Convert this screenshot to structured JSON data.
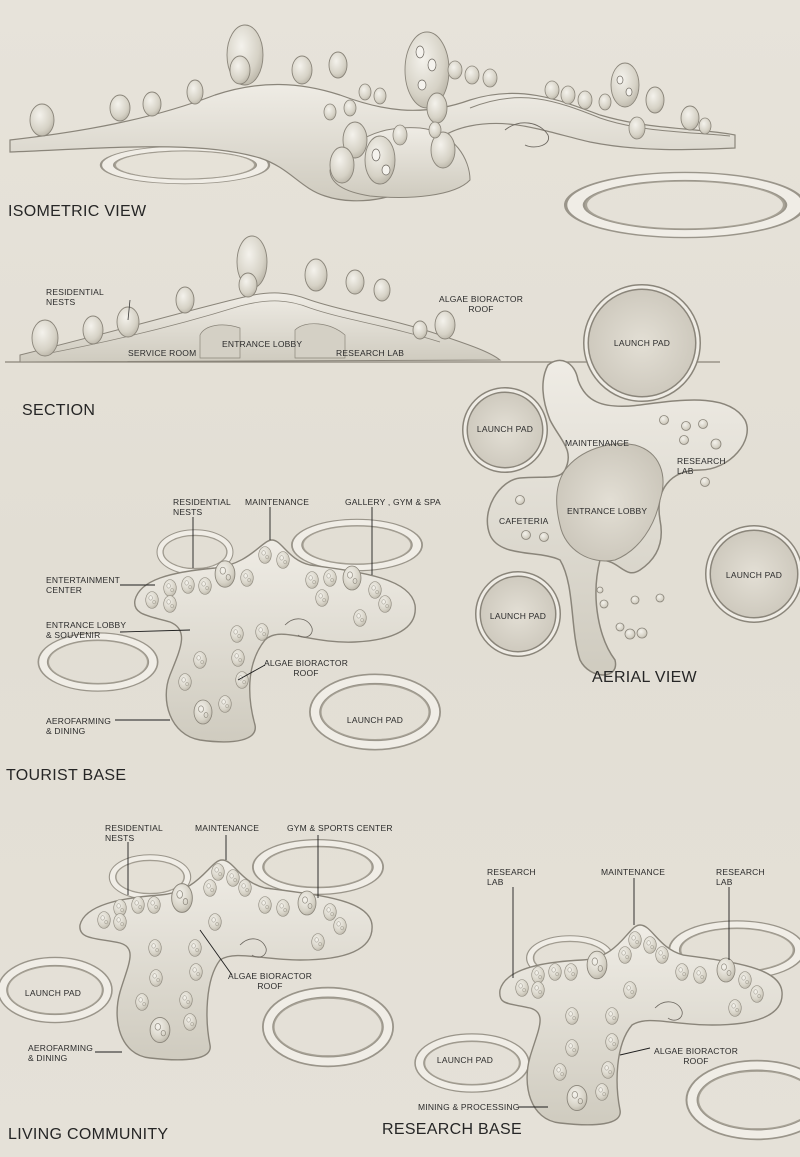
{
  "titles": {
    "isometric": "ISOMETRIC VIEW",
    "section": "SECTION",
    "aerial": "AERIAL VIEW",
    "tourist": "TOURIST BASE",
    "living": "LIVING COMMUNITY",
    "research": "RESEARCH BASE"
  },
  "section_labels": {
    "residential_nests": "RESIDENTIAL\nNESTS",
    "service_room": "SERVICE ROOM",
    "entrance_lobby": "ENTRANCE LOBBY",
    "research_lab": "RESEARCH LAB",
    "algae_roof": "ALGAE BIORACTOR\nROOF"
  },
  "aerial_labels": {
    "launch_pad_top": "LAUNCH PAD",
    "launch_pad_left": "LAUNCH PAD",
    "launch_pad_right": "LAUNCH PAD",
    "launch_pad_bottom": "LAUNCH PAD",
    "maintenance": "MAINTENANCE",
    "research_lab": "RESEARCH\nLAB",
    "cafeteria": "CAFETERIA",
    "entrance_lobby": "ENTRANCE LOBBY"
  },
  "tourist_labels": {
    "residential_nests": "RESIDENTIAL\nNESTS",
    "maintenance": "MAINTENANCE",
    "gallery": "GALLERY , GYM & SPA",
    "entertainment": "ENTERTAINMENT\nCENTER",
    "entrance_lobby": "ENTRANCE LOBBY\n& SOUVENIR",
    "algae_roof": "ALGAE BIORACTOR\nROOF",
    "aerofarming": "AEROFARMING\n& DINING",
    "launch_pad": "LAUNCH PAD"
  },
  "living_labels": {
    "residential_nests": "RESIDENTIAL\nNESTS",
    "maintenance": "MAINTENANCE",
    "gym": "GYM & SPORTS CENTER",
    "launch_pad": "LAUNCH PAD",
    "algae_roof": "ALGAE BIORACTOR\nROOF",
    "aerofarming": "AEROFARMING\n& DINING"
  },
  "research_labels": {
    "research_lab_left": "RESEARCH\nLAB",
    "maintenance": "MAINTENANCE",
    "research_lab_right": "RESEARCH\nLAB",
    "launch_pad": "LAUNCH PAD",
    "algae_roof": "ALGAE BIORACTOR\nROOF",
    "mining": "MINING & PROCESSING"
  },
  "colors": {
    "background": "#e4e0d6",
    "form_fill": "#ddd9ce",
    "form_stroke": "#8a857a",
    "text": "#2b2b2b"
  }
}
